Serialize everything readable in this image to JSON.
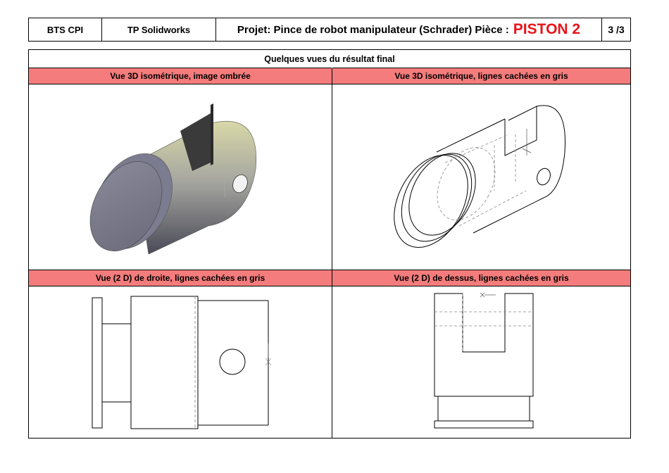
{
  "header": {
    "school": "BTS CPI",
    "course": "TP Solidworks",
    "project": "Projet: Pince de robot manipulateur (Schrader) Pièce :",
    "piece": "PISTON 2",
    "page": "3 /3"
  },
  "main": {
    "title": "Quelques vues du résultat final",
    "views": [
      {
        "label": "Vue 3D isométrique, image ombrée"
      },
      {
        "label": "Vue 3D isométrique, lignes cachées en gris"
      },
      {
        "label": "Vue (2 D) de droite, lignes cachées en gris"
      },
      {
        "label": "Vue (2 D) de dessus, lignes cachées en gris"
      }
    ]
  },
  "colors": {
    "label_bar": "#f47c7c",
    "piece_title": "#e8141a"
  }
}
